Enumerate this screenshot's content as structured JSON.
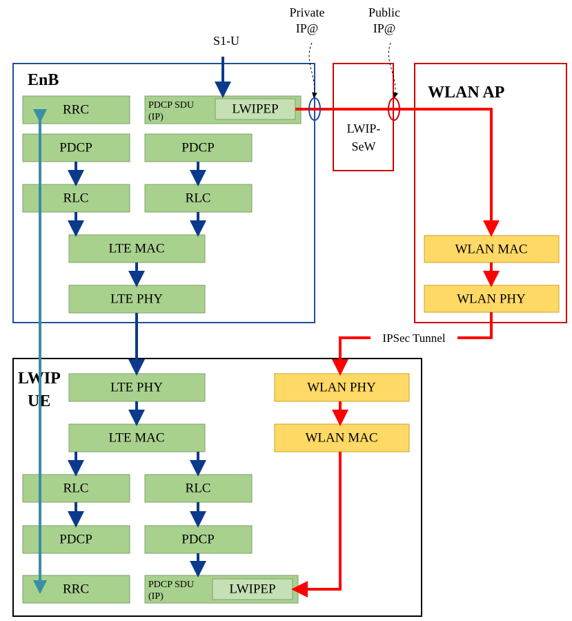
{
  "enb": {
    "title": "EnB",
    "rrc": "RRC",
    "pdcp_left": "PDCP",
    "pdcp_right": "PDCP",
    "rlc_left": "RLC",
    "rlc_right": "RLC",
    "lte_mac": "LTE MAC",
    "lte_phy": "LTE PHY",
    "pdcp_sdu_line1": "PDCP SDU",
    "pdcp_sdu_line2": "(IP)",
    "lwipep": "LWIPEP"
  },
  "s1u": "S1-U",
  "private_ip": {
    "line1": "Private",
    "line2": "IP@"
  },
  "public_ip": {
    "line1": "Public",
    "line2": "IP@"
  },
  "lwip_sew": {
    "line1": "LWIP-",
    "line2": "SeW"
  },
  "wlan_ap": {
    "title": "WLAN AP",
    "mac": "WLAN MAC",
    "phy": "WLAN PHY"
  },
  "ipsec_tunnel": "IPSec Tunnel",
  "ue": {
    "title_line1": "LWIP",
    "title_line2": "UE",
    "lte_phy": "LTE PHY",
    "lte_mac": "LTE MAC",
    "rlc_left": "RLC",
    "rlc_right": "RLC",
    "pdcp_left": "PDCP",
    "pdcp_right": "PDCP",
    "rrc": "RRC",
    "pdcp_sdu_line1": "PDCP SDU",
    "pdcp_sdu_line2": "(IP)",
    "lwipep": "LWIPEP",
    "wlan_phy": "WLAN PHY",
    "wlan_mac": "WLAN MAC"
  },
  "colors": {
    "lte_block": "#a9d18e",
    "wlan_block": "#ffd966",
    "lwipep_block": "#c5e0b4",
    "enb_border": "#1f4e9a",
    "wlan_border": "#d00000",
    "lte_arrow": "#0b3a8c",
    "wlan_arrow": "#ff0000",
    "rrc_arrow": "#3a8ea5"
  }
}
